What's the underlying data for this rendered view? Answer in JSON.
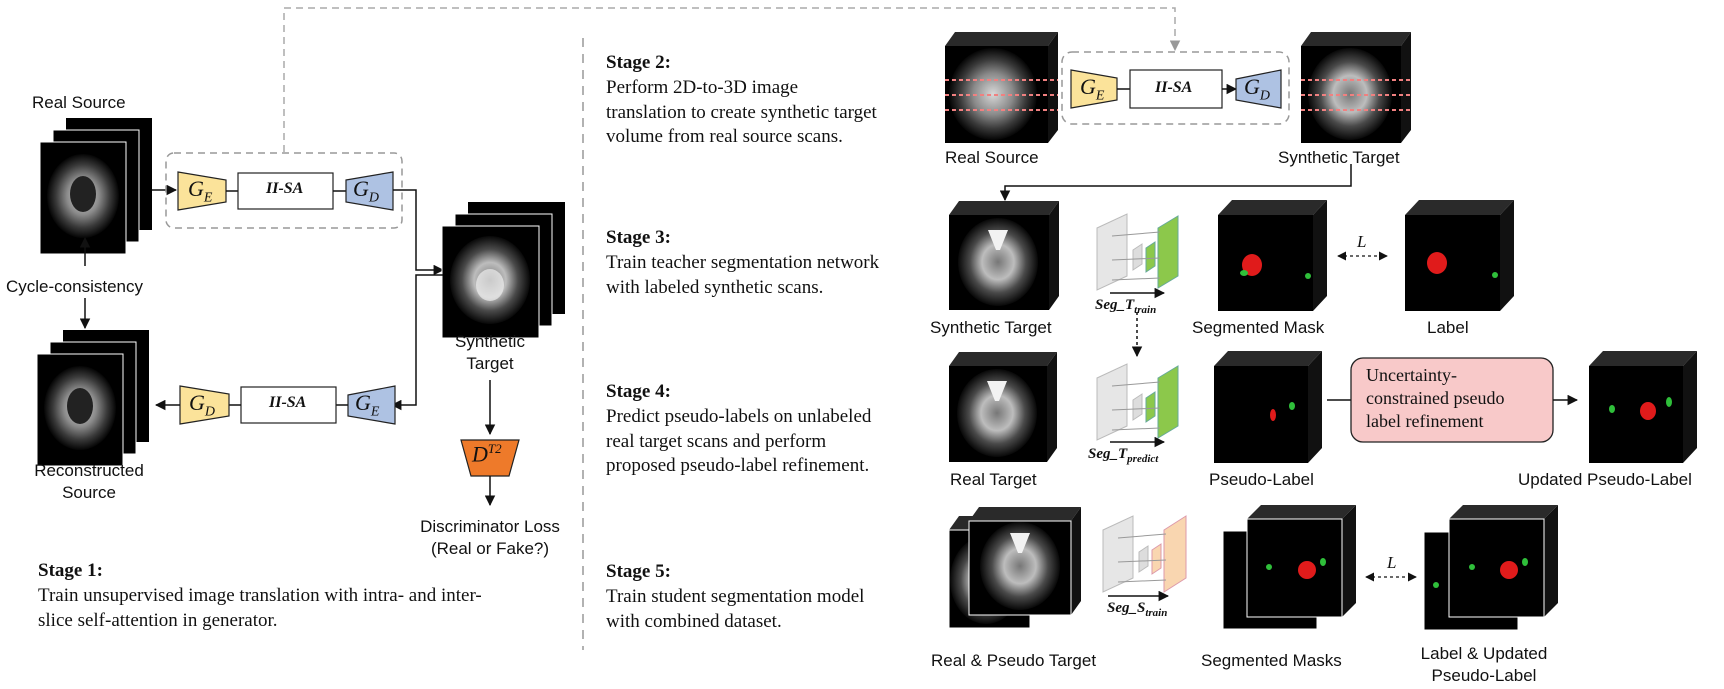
{
  "stage1": {
    "real_source": "Real Source",
    "cycle_consistency": "Cycle-consistency",
    "reconstructed_source": [
      "Reconstructed",
      "Source"
    ],
    "synthetic_target": [
      "Synthetic",
      "Target"
    ],
    "block_ge": "G",
    "block_ge_sub": "E",
    "block_gd": "G",
    "block_gd_sub": "D",
    "block_sa": "II-SA",
    "discriminator": "D",
    "discriminator_sup": "T2",
    "discriminator_loss": [
      "Discriminator Loss",
      "(Real or Fake?)"
    ],
    "title": "Stage 1:",
    "desc": [
      "Train unsupervised image translation with intra- and inter-",
      "slice self-attention in generator."
    ]
  },
  "stage2": {
    "title": "Stage 2:",
    "desc": [
      "Perform 2D-to-3D image",
      "translation to create synthetic target",
      "volume from real source scans."
    ],
    "real_source": "Real Source",
    "synthetic_target": "Synthetic Target"
  },
  "stage3": {
    "title": "Stage 3:",
    "desc": [
      "Train teacher segmentation network",
      "with labeled synthetic scans."
    ],
    "input_label": "Synthetic Target",
    "seg_label": "Seg_T",
    "seg_sub": "train",
    "mask_label": "Segmented Mask",
    "label_label": "Label",
    "loss": "L"
  },
  "stage4": {
    "title": "Stage 4:",
    "desc": [
      "Predict pseudo-labels on unlabeled",
      "real target scans and perform",
      "proposed pseudo-label refinement."
    ],
    "input_label": "Real Target",
    "seg_label": "Seg_T",
    "seg_sub": "predict",
    "pseudo_label": "Pseudo-Label",
    "refine_box": [
      "Uncertainty-",
      "constrained pseudo",
      "label refinement"
    ],
    "updated_label": "Updated Pseudo-Label"
  },
  "stage5": {
    "title": "Stage 5:",
    "desc": [
      "Train student segmentation model",
      "with combined dataset."
    ],
    "input_label": "Real & Pseudo Target",
    "seg_label": "Seg_S",
    "seg_sub": "train",
    "mask_label": "Segmented Masks",
    "label_label": [
      "Label & Updated",
      "Pseudo-Label"
    ],
    "loss": "L"
  },
  "colors": {
    "encoder": "#fbe39a",
    "decoder": "#aec2e3",
    "discriminator": "#ee7a2a",
    "refine_box": "#f8c9c9",
    "teacher_green": "#8cc84b",
    "student_orange": "#f9d6b0",
    "mask_red": "#e01b1b",
    "mask_green": "#2fbf3a"
  }
}
